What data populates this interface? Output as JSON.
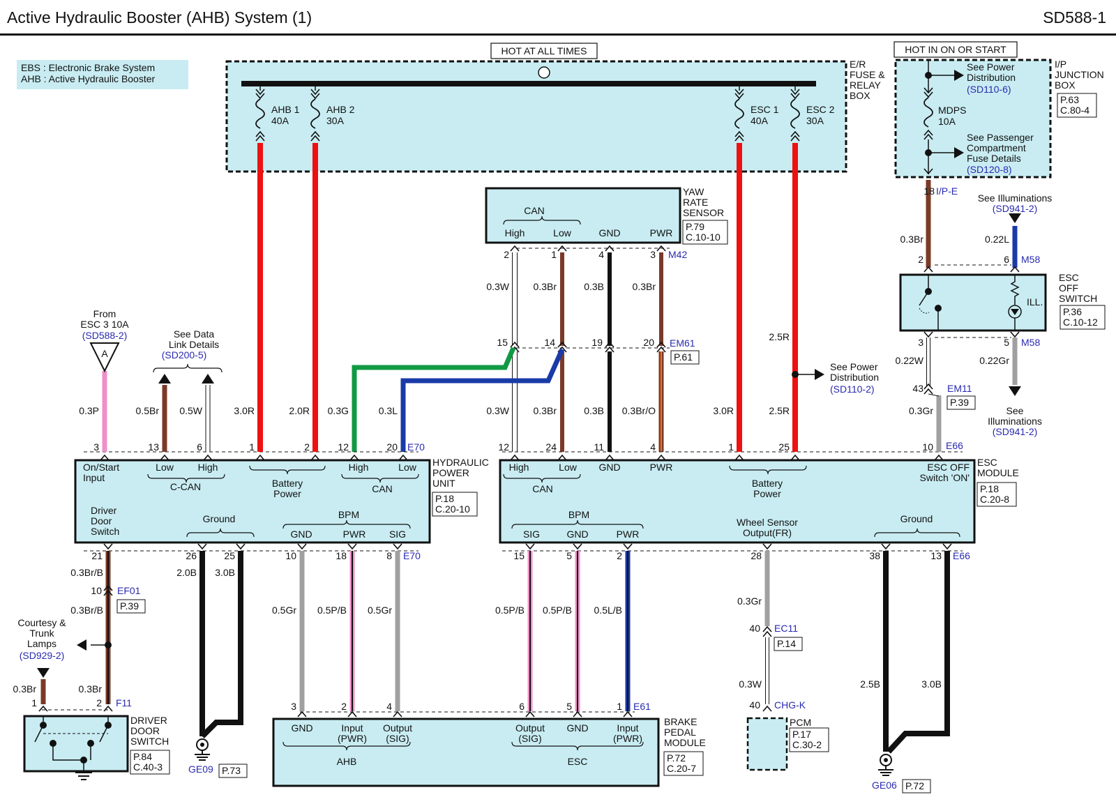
{
  "header": {
    "title": "Active Hydraulic Booster (AHB) System (1)",
    "code": "SD588-1"
  },
  "legend": [
    "EBS : Electronic Brake System",
    "AHB : Active Hydraulic Booster"
  ],
  "colors": {
    "component_fill": "#c8ecf2",
    "link_blue": "#2a2ab0",
    "wire_red": "#ee1111",
    "wire_brown": "#7a3a28",
    "wire_black": "#111111",
    "wire_white": "#ffffff",
    "wire_pink": "#f090c8",
    "wire_gray": "#a0a0a0",
    "wire_green": "#119944",
    "wire_blue": "#1a3aa8",
    "wire_orange": "#ee7711"
  },
  "power_sources": {
    "er_box_header": "HOT AT ALL TIMES",
    "er_box_name": [
      "E/R",
      "FUSE &",
      "RELAY",
      "BOX"
    ],
    "er_fuses": [
      {
        "name": "AHB 1",
        "rating": "40A"
      },
      {
        "name": "AHB 2",
        "rating": "30A"
      },
      {
        "name": "ESC 1",
        "rating": "40A"
      },
      {
        "name": "ESC 2",
        "rating": "30A"
      }
    ],
    "ip_box_header": "HOT IN ON OR START",
    "ip_box_name": [
      "I/P",
      "JUNCTION",
      "BOX"
    ],
    "ip_box_page": [
      "P.63",
      "C.80-4"
    ],
    "ip_fuse": {
      "name": "MDPS",
      "rating": "10A"
    },
    "ip_refs": [
      {
        "text": [
          "See Power",
          "Distribution"
        ],
        "link": "(SD110-6)"
      },
      {
        "text": [
          "See Passenger",
          "Compartment",
          "Fuse Details"
        ],
        "link": "(SD120-8)"
      }
    ]
  },
  "yaw_rate_sensor": {
    "name": [
      "YAW",
      "RATE",
      "SENSOR"
    ],
    "page": [
      "P.79",
      "C.10-10"
    ],
    "connector": "M42",
    "pins": [
      {
        "label": "High",
        "pin": "2",
        "wire": "0.3W"
      },
      {
        "label": "Low",
        "pin": "1",
        "wire": "0.3Br"
      },
      {
        "label": "GND",
        "pin": "4",
        "wire": "0.3B"
      },
      {
        "label": "PWR",
        "pin": "3",
        "wire": "0.3Br"
      }
    ],
    "group": "CAN"
  },
  "joint_em61": {
    "connector": "EM61",
    "page": "P.61",
    "pins": [
      "15",
      "14",
      "19",
      "20"
    ]
  },
  "hydraulic_power_unit": {
    "name": [
      "HYDRAULIC",
      "POWER",
      "UNIT"
    ],
    "page": [
      "P.18",
      "C.20-10"
    ],
    "connector_top": "E70",
    "connector_bottom": "E70",
    "top_pins": [
      {
        "pin": "3",
        "wire": "0.3P"
      },
      {
        "pin": "13",
        "wire": "0.5Br"
      },
      {
        "pin": "6",
        "wire": "0.5W"
      },
      {
        "pin": "1",
        "wire": "3.0R"
      },
      {
        "pin": "2",
        "wire": "2.0R"
      },
      {
        "pin": "12",
        "wire": "0.3G"
      },
      {
        "pin": "20",
        "wire": "0.3L"
      }
    ],
    "bottom_pins": [
      {
        "pin": "21",
        "wire": "0.3Br/B"
      },
      {
        "pin": "26",
        "wire": "2.0B"
      },
      {
        "pin": "25",
        "wire": "3.0B"
      },
      {
        "pin": "10",
        "wire": "0.5Gr"
      },
      {
        "pin": "18",
        "wire": "0.5P/B"
      },
      {
        "pin": "8",
        "wire": "0.5Gr"
      }
    ],
    "labels": {
      "on_start": [
        "On/Start",
        "Input"
      ],
      "ccan": "C-CAN",
      "ccan_low": "Low",
      "ccan_high": "High",
      "battery": [
        "Battery",
        "Power"
      ],
      "can_high": "High",
      "can_low": "Low",
      "can": "CAN",
      "driver_door": [
        "Driver",
        "Door",
        "Switch"
      ],
      "ground": "Ground",
      "bpm": "BPM",
      "bpm_gnd": "GND",
      "bpm_pwr": "PWR",
      "bpm_sig": "SIG"
    }
  },
  "esc_module": {
    "name": [
      "ESC",
      "MODULE"
    ],
    "page": [
      "P.18",
      "C.20-8"
    ],
    "connector_top": "E66",
    "connector_bottom": "E66",
    "top_pins": [
      {
        "pin": "12",
        "wire": "0.3W"
      },
      {
        "pin": "24",
        "wire": "0.3Br"
      },
      {
        "pin": "11",
        "wire": "0.3B"
      },
      {
        "pin": "4",
        "wire": "0.3Br/O"
      },
      {
        "pin": "1",
        "wire": "3.0R"
      },
      {
        "pin": "25",
        "wire": "2.5R"
      },
      {
        "pin": "10",
        "wire": "0.3Gr"
      }
    ],
    "bottom_pins": [
      {
        "pin": "15",
        "wire": "0.5P/B"
      },
      {
        "pin": "5",
        "wire": "0.5P/B"
      },
      {
        "pin": "2",
        "wire": "0.5L/B"
      },
      {
        "pin": "28",
        "wire": "0.3Gr"
      },
      {
        "pin": "38",
        "wire": "2.5B"
      },
      {
        "pin": "13",
        "wire": "3.0B"
      }
    ],
    "labels": {
      "can_high": "High",
      "can_low": "Low",
      "can": "CAN",
      "gnd": "GND",
      "pwr": "PWR",
      "battery": [
        "Battery",
        "Power"
      ],
      "esc_off": [
        "ESC OFF",
        "Switch 'ON'"
      ],
      "bpm": "BPM",
      "bpm_sig": "SIG",
      "bpm_gnd": "GND",
      "bpm_pwr": "PWR",
      "wheel": [
        "Wheel Sensor",
        "Output(FR)"
      ],
      "ground": "Ground"
    }
  },
  "esc_off_switch": {
    "name": [
      "ESC",
      "OFF",
      "SWITCH"
    ],
    "page": [
      "P.36",
      "C.10-12"
    ],
    "connector": "M58",
    "ill": "ILL.",
    "pins": [
      {
        "pin": "2",
        "wire": "0.3Br"
      },
      {
        "pin": "6",
        "wire": "0.22L"
      },
      {
        "pin": "3",
        "wire": "0.22W"
      },
      {
        "pin": "5",
        "wire": "0.22Gr"
      }
    ],
    "top_feed": {
      "pin": "18",
      "connector": "I/P-E"
    },
    "bottom_connector": "M58"
  },
  "joint_em11": {
    "pin": "43",
    "connector": "EM11",
    "page": "P.39"
  },
  "brake_pedal_module": {
    "name": [
      "BRAKE",
      "PEDAL",
      "MODULE"
    ],
    "page": [
      "P.72",
      "C.20-7"
    ],
    "connector": "E61",
    "pins": [
      "3",
      "2",
      "4",
      "6",
      "5",
      "1"
    ],
    "labels": [
      [
        "GND"
      ],
      [
        "Input",
        "(PWR)"
      ],
      [
        "Output",
        "(SIG)"
      ],
      [
        "Output",
        "(SIG)"
      ],
      [
        "GND"
      ],
      [
        "Input",
        "(PWR)"
      ]
    ],
    "groups": [
      "AHB",
      "ESC"
    ]
  },
  "driver_door_switch": {
    "name": [
      "DRIVER",
      "DOOR",
      "SWITCH"
    ],
    "page": [
      "P.84",
      "C.40-3"
    ],
    "connector": "F11",
    "pins": [
      {
        "pin": "1",
        "wire": "0.3Br"
      },
      {
        "pin": "2",
        "wire": "0.3Br"
      }
    ]
  },
  "joint_ef01": {
    "pin": "10",
    "connector": "EF01",
    "page": "P.39",
    "wire": "0.3Br/B"
  },
  "pcm": {
    "name": "PCM",
    "page": [
      "P.17",
      "C.30-2"
    ],
    "connector": "CHG-K",
    "pin": "40",
    "wire": "0.3W",
    "joint": {
      "pin": "40",
      "connector": "EC11",
      "page": "P.14"
    }
  },
  "grounds": [
    {
      "name": "GE09",
      "page": "P.73"
    },
    {
      "name": "GE06",
      "page": "P.72"
    }
  ],
  "refs": {
    "from_esc3": {
      "text": [
        "From",
        "ESC 3 10A"
      ],
      "link": "(SD588-2)",
      "marker": "A"
    },
    "data_link": {
      "text": [
        "See Data",
        "Link Details"
      ],
      "link": "(SD200-5)"
    },
    "power_dist": {
      "text": [
        "See Power",
        "Distribution"
      ],
      "link": "(SD110-2)"
    },
    "illum_top": {
      "text": [
        "See Illuminations"
      ],
      "link": "(SD941-2)"
    },
    "illum_bottom": {
      "text": [
        "See",
        "Illuminations"
      ],
      "link": "(SD941-2)"
    },
    "courtesy": {
      "text": [
        "Courtesy &",
        "Trunk",
        "Lamps"
      ],
      "link": "(SD929-2)"
    }
  },
  "esc2_wire": "2.5R"
}
